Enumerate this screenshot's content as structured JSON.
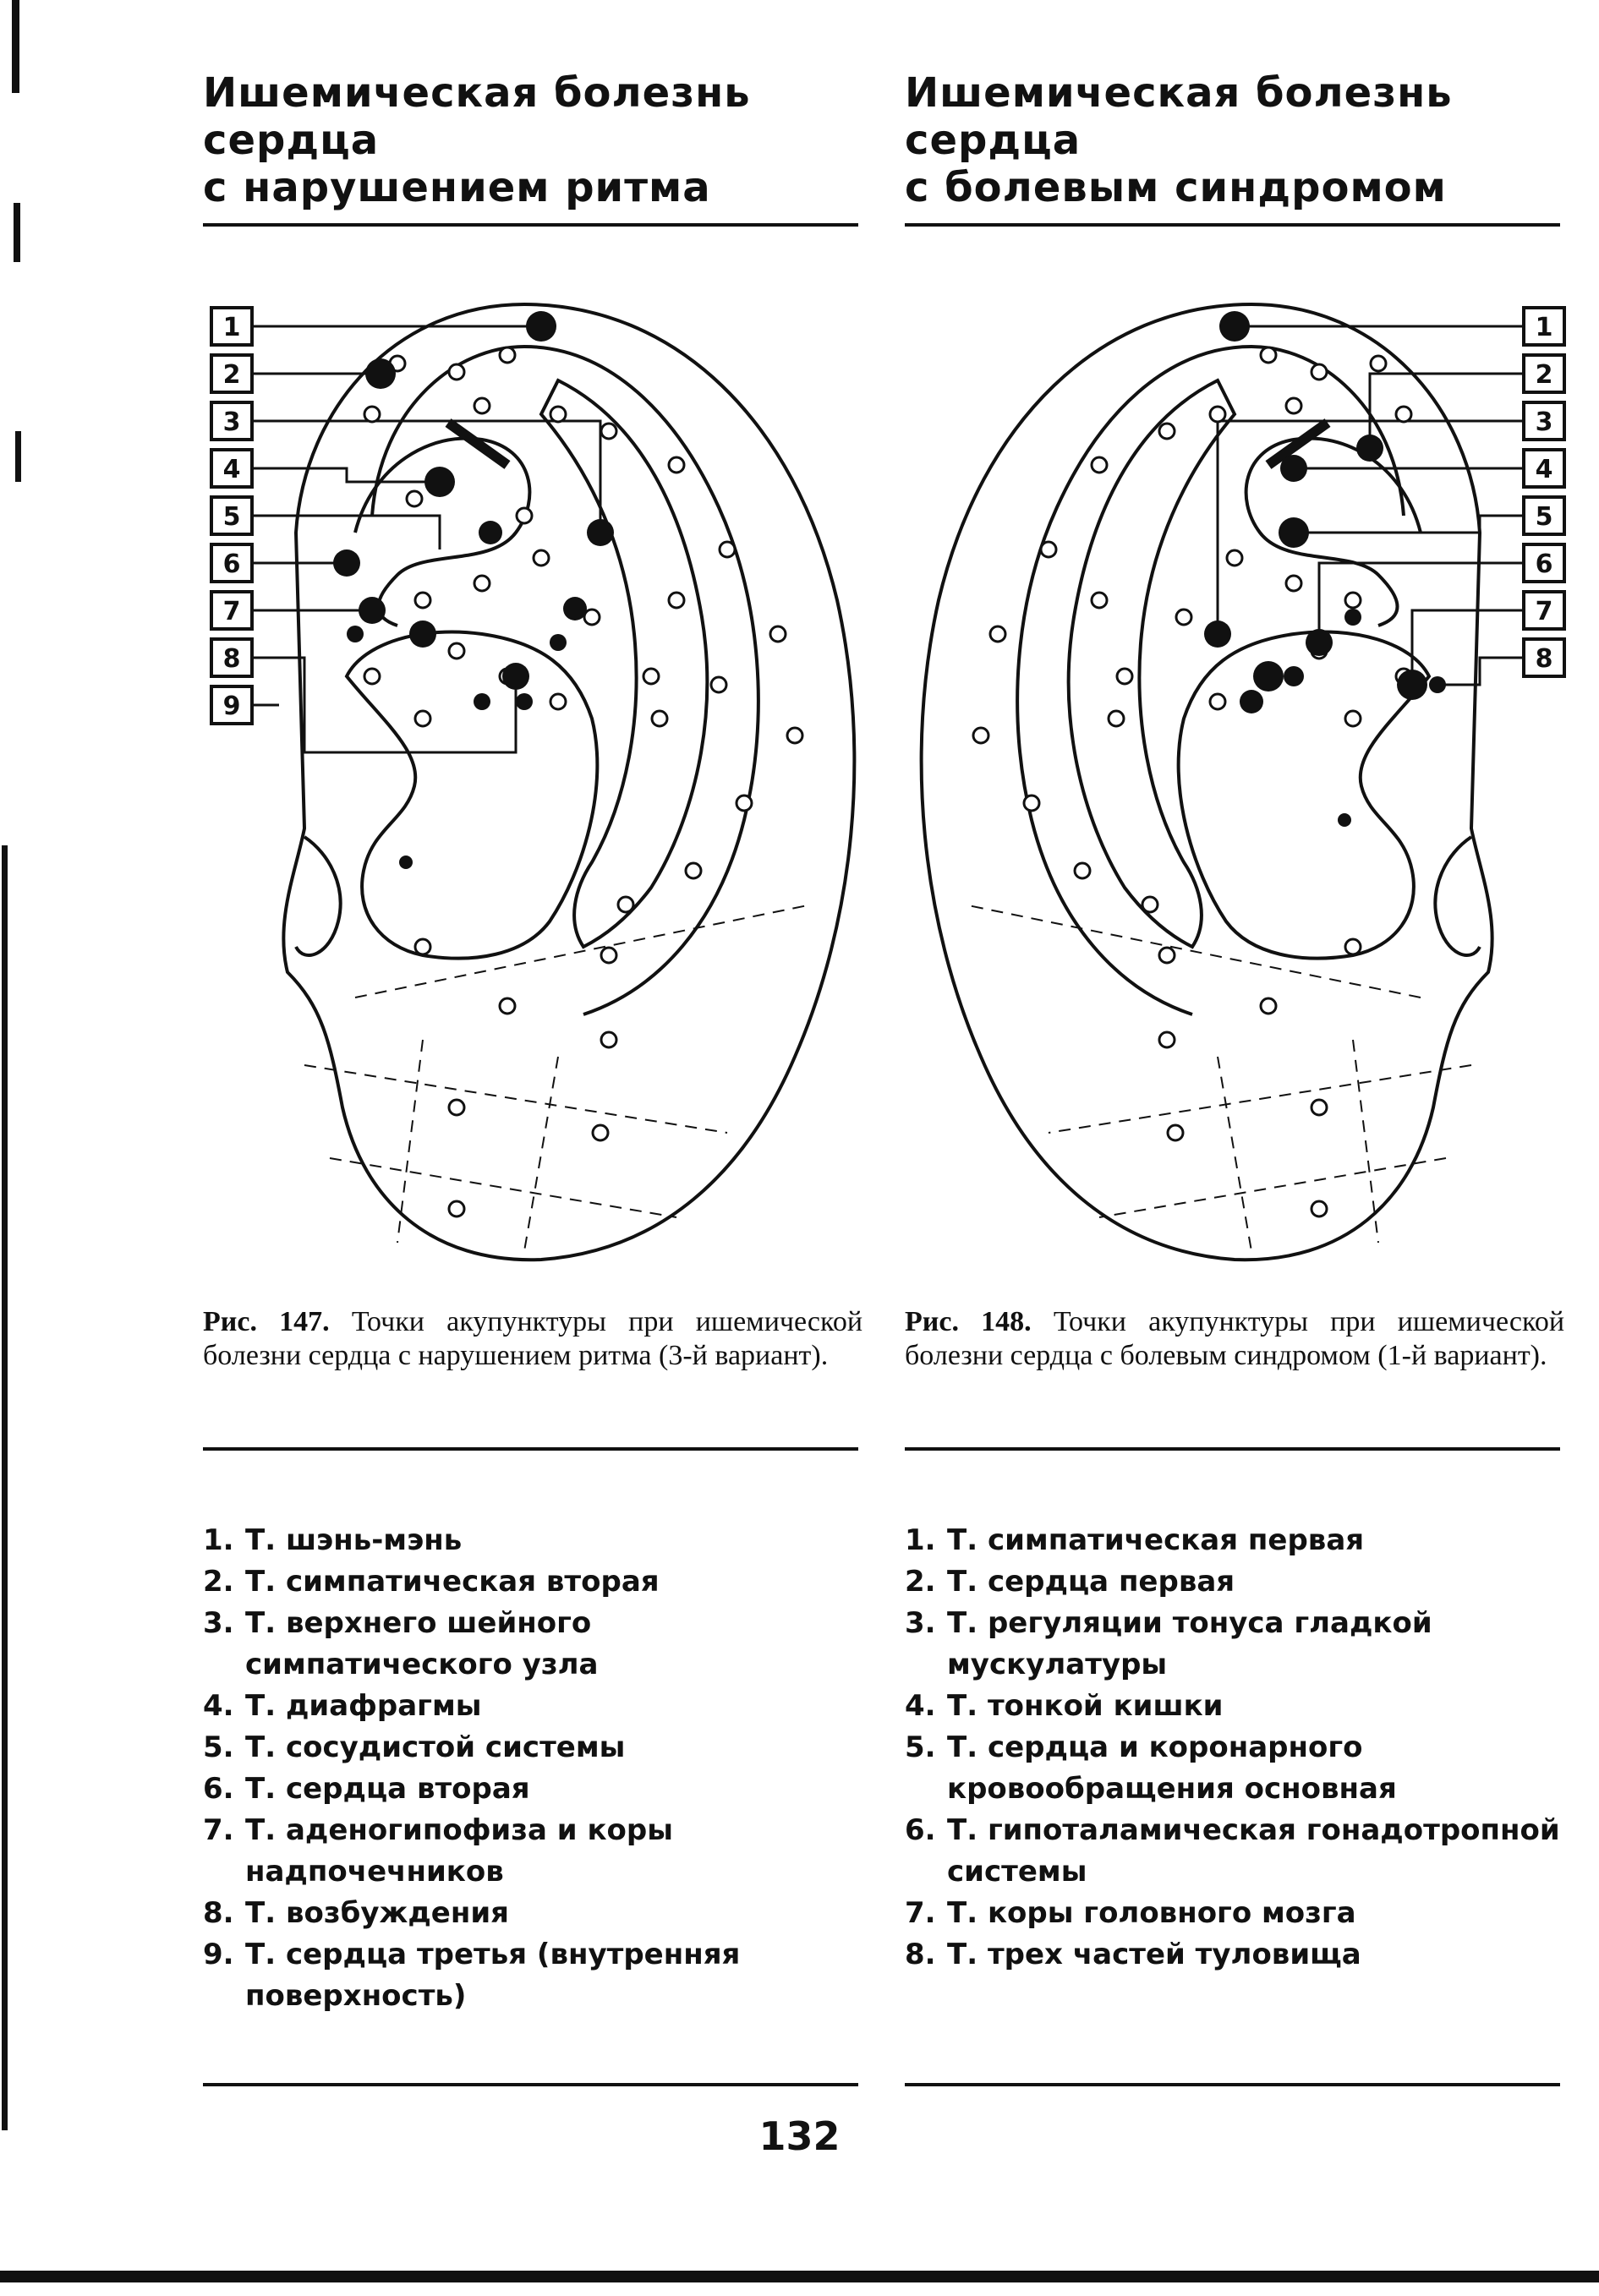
{
  "left": {
    "heading_line1": "Ишемическая болезнь сердца",
    "heading_line2": "с нарушением ритма",
    "caption_fig": "Рис. 147.",
    "caption_text": "Точки акупунктуры при ишемической болезни сердца с нарушением ритма (3-й вариант).",
    "figure_labels": [
      "1",
      "2",
      "3",
      "4",
      "5",
      "6",
      "7",
      "8",
      "9"
    ],
    "legend": [
      {
        "num": "1.",
        "text": "Т. шэнь-мэнь"
      },
      {
        "num": "2.",
        "text": "Т. симпатическая вторая"
      },
      {
        "num": "3.",
        "text": "Т. верхнего шейного симпатического узла"
      },
      {
        "num": "4.",
        "text": "Т. диафрагмы"
      },
      {
        "num": "5.",
        "text": "Т. сосудистой системы"
      },
      {
        "num": "6.",
        "text": "Т. сердца вторая"
      },
      {
        "num": "7.",
        "text": "Т. аденогипофиза и коры надпочечников"
      },
      {
        "num": "8.",
        "text": "Т. возбуждения"
      },
      {
        "num": "9.",
        "text": "Т. сердца третья (внутренняя поверхность)"
      }
    ]
  },
  "right": {
    "heading_line1": "Ишемическая болезнь сердца",
    "heading_line2": "с болевым синдромом",
    "caption_fig": "Рис. 148.",
    "caption_text": "Точки акупунктуры при ишемической болезни сердца с болевым синдромом (1-й вариант).",
    "figure_labels": [
      "1",
      "2",
      "3",
      "4",
      "5",
      "6",
      "7",
      "8"
    ],
    "legend": [
      {
        "num": "1.",
        "text": "Т. симпатическая первая"
      },
      {
        "num": "2.",
        "text": "Т. сердца первая"
      },
      {
        "num": "3.",
        "text": "Т. регуляции тонуса гладкой мускулатуры"
      },
      {
        "num": "4.",
        "text": "Т. тонкой кишки"
      },
      {
        "num": "5.",
        "text": "Т. сердца и коронарного кровообращения основная"
      },
      {
        "num": "6.",
        "text": "Т. гипоталамическая гонадотропной системы"
      },
      {
        "num": "7.",
        "text": "Т. коры головного мозга"
      },
      {
        "num": "8.",
        "text": "Т. трех частей туловища"
      }
    ]
  },
  "page_number": "132"
}
